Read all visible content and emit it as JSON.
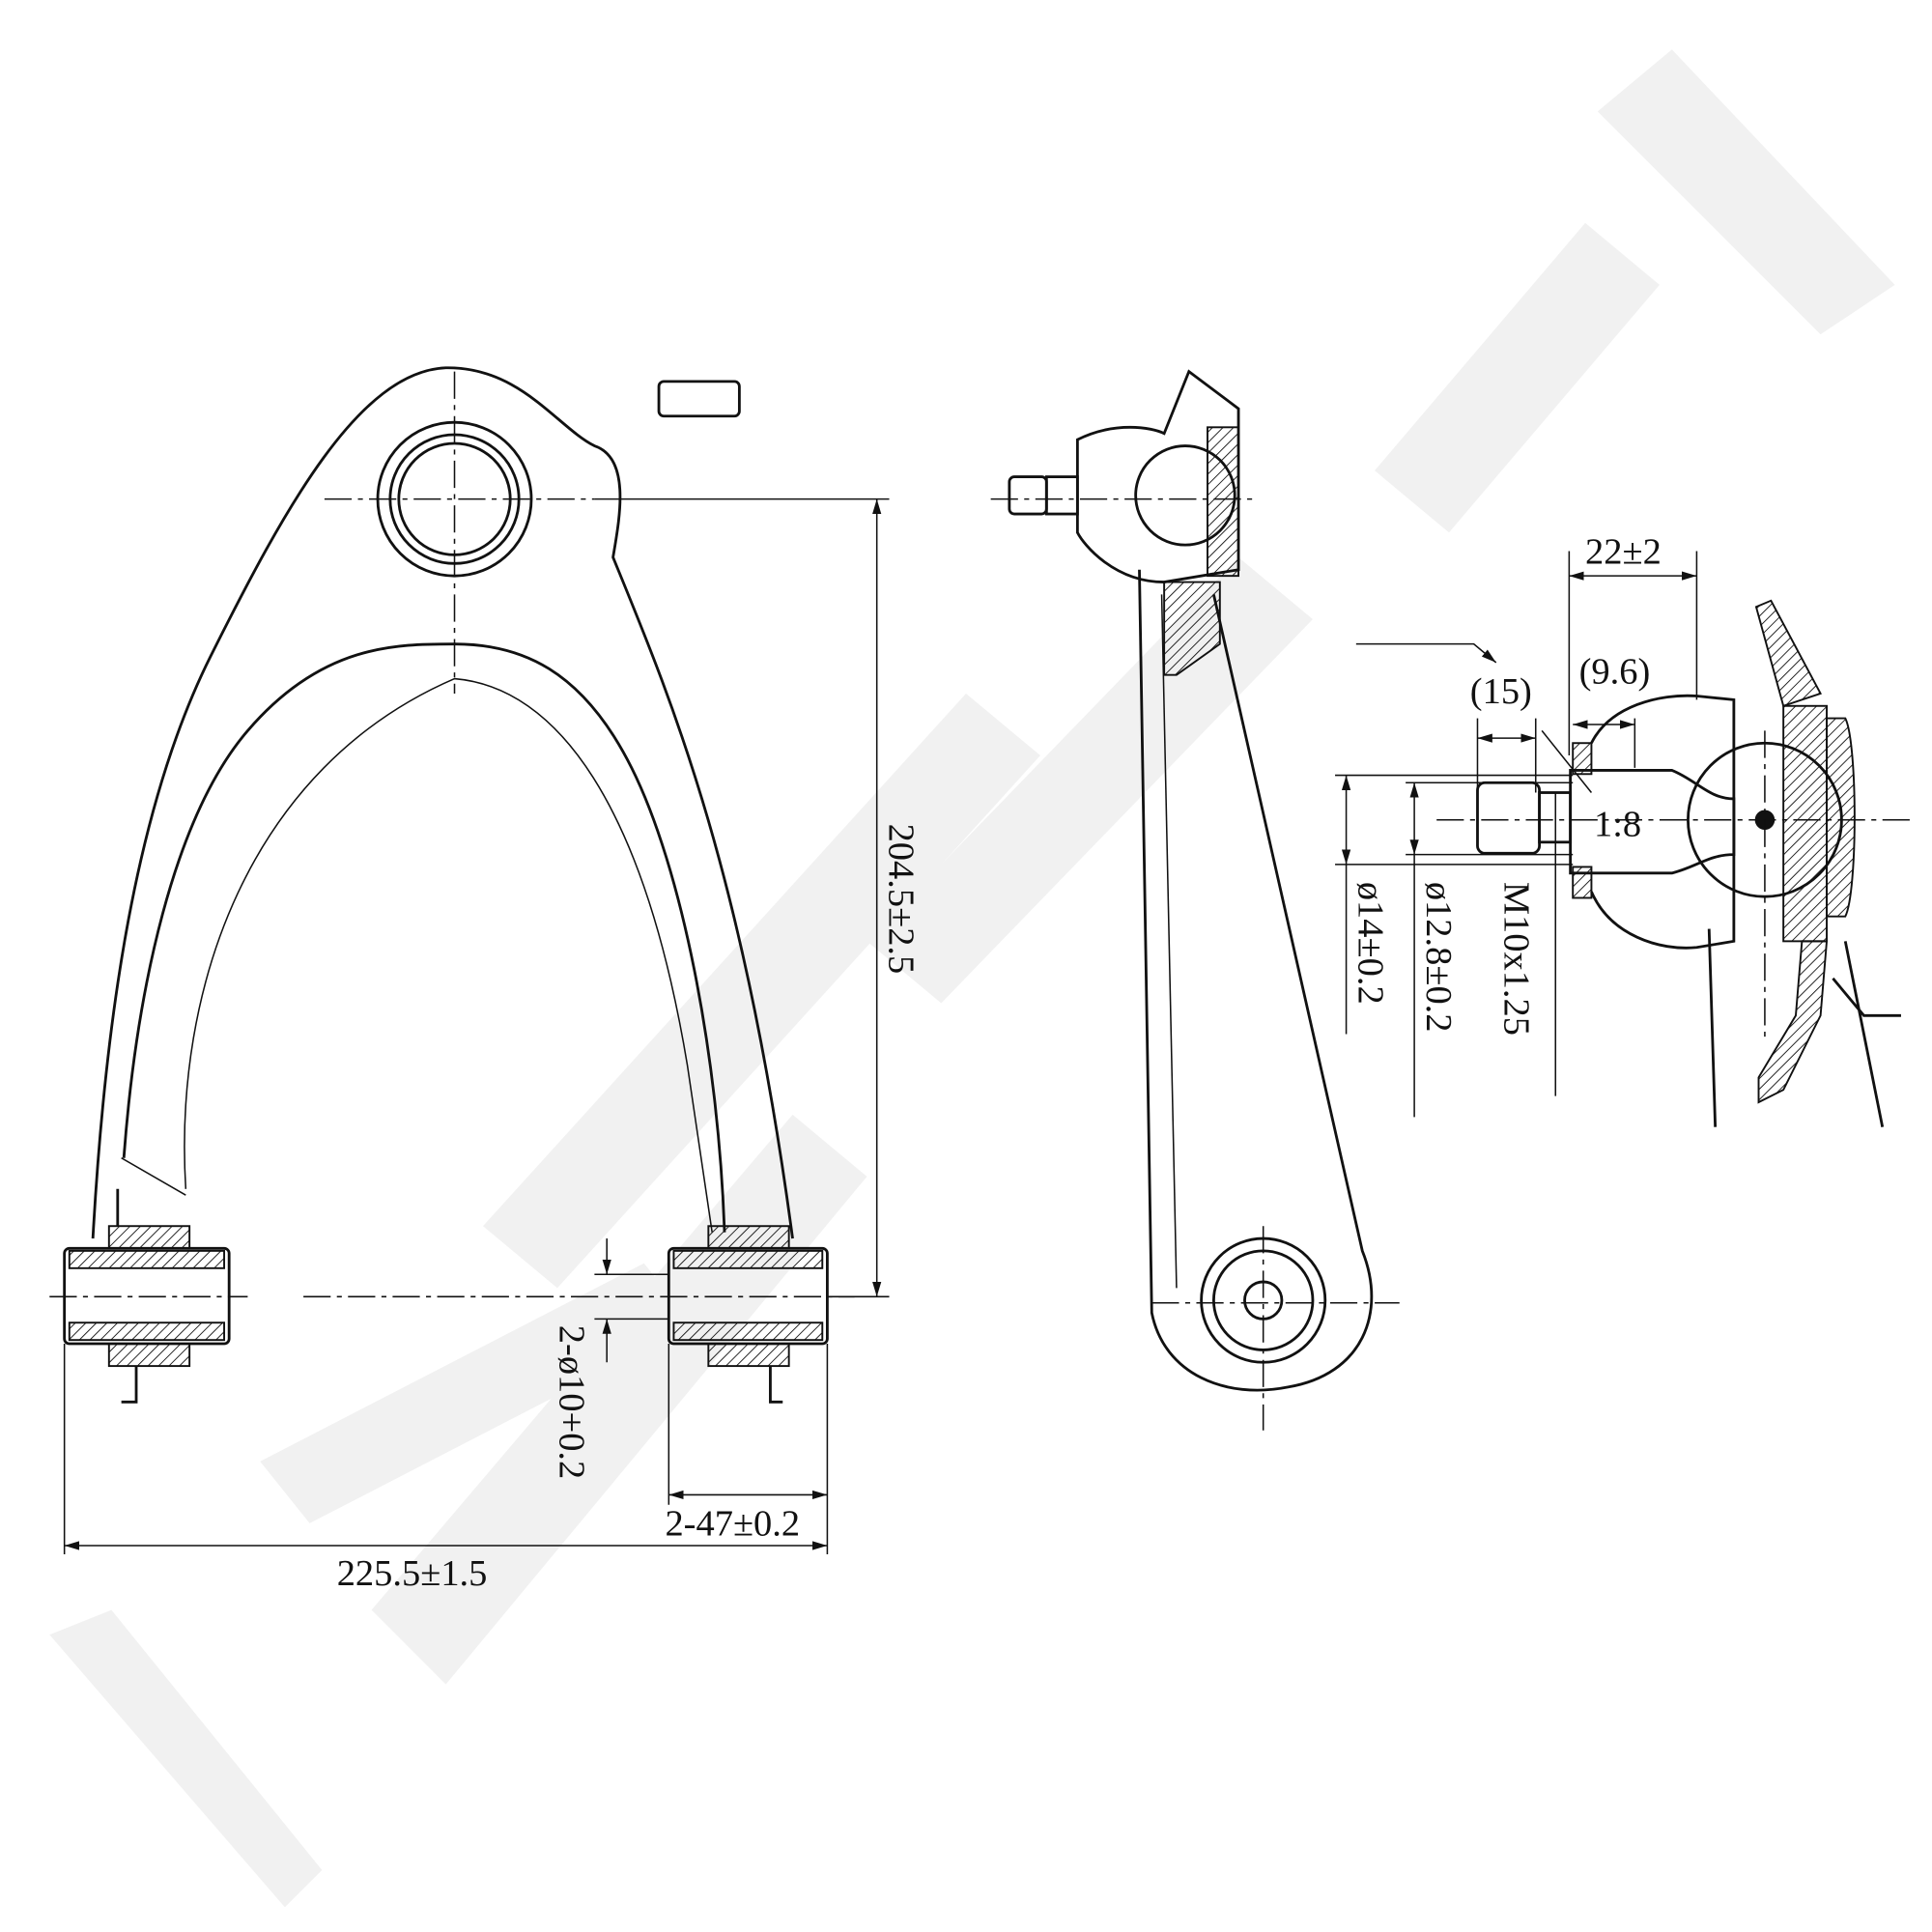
{
  "watermark": "ZENMEK",
  "front_view": {
    "height_dim": "204.5±2.5",
    "bushing_bore_dim": "2-ø10+0.2",
    "bushing_width_dim": "2-47±0.2",
    "overall_width_dim": "225.5±1.5"
  },
  "ball_joint_detail": {
    "stud_length_dim": "22±2",
    "dim_9_6": "(9.6)",
    "dim_15": "(15)",
    "taper": "1:8",
    "dia_14": "ø14±0.2",
    "dia_12_8": "ø12.8±0.2",
    "thread": "M10x1.25"
  }
}
